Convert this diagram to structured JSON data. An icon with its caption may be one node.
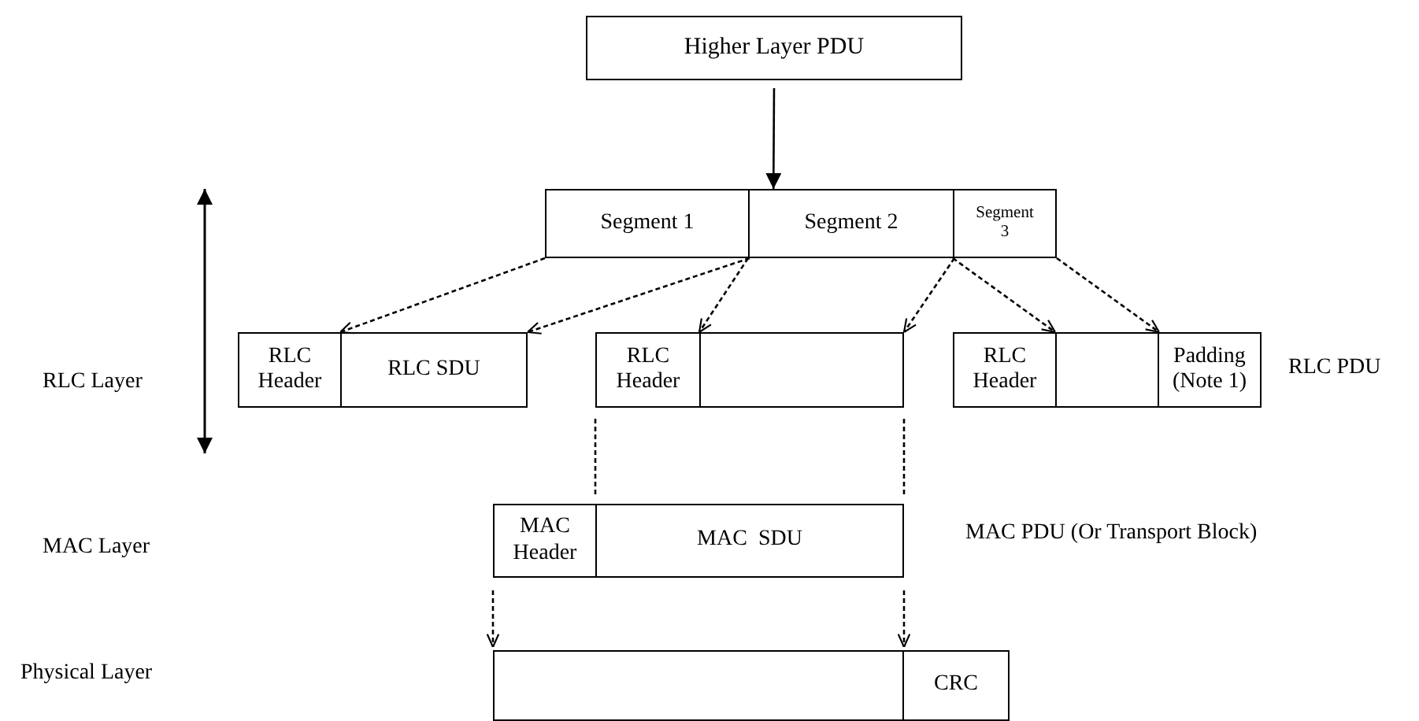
{
  "diagram": {
    "nodes": [
      {
        "text": [
          "Higher Layer PDU"
        ]
      },
      {
        "text": [
          "Segment 1"
        ]
      },
      {
        "text": [
          "Segment 2"
        ]
      },
      {
        "text": [
          "Segment 3"
        ]
      },
      {
        "text": [
          "RLC Header"
        ]
      },
      {
        "text": [
          "RLC SDU"
        ]
      },
      {
        "text": [
          "RLC Header"
        ]
      },
      {
        "text": [],
        "shape": "box"
      },
      {
        "text": [
          "RLC Header"
        ]
      },
      {
        "text": [],
        "shape": "box"
      },
      {
        "text": [
          "Padding (Note 1)"
        ]
      },
      {
        "text": [
          "MAC Header"
        ]
      },
      {
        "text": [
          "MAC  SDU"
        ]
      },
      {
        "text": [],
        "shape": "box"
      },
      {
        "text": [
          "CRC"
        ]
      }
    ],
    "edges": [
      {
        "from": 0,
        "to": 2,
        "arrow": "to"
      },
      {
        "from": 1,
        "to": 5,
        "arrow": "to",
        "style": "dashed"
      },
      {
        "from": 1,
        "to": 5,
        "arrow": "to",
        "style": "dashed"
      },
      {
        "from": 2,
        "to": 7,
        "arrow": "to",
        "style": "dashed"
      },
      {
        "from": 2,
        "to": 7,
        "arrow": "to",
        "style": "dashed"
      },
      {
        "from": 3,
        "to": 9,
        "arrow": "to",
        "style": "dashed"
      },
      {
        "from": 3,
        "to": 9,
        "arrow": "to",
        "style": "dashed"
      },
      {
        "from": 6,
        "to": 12,
        "arrow": "none",
        "style": "dashed"
      },
      {
        "from": 7,
        "to": 12,
        "arrow": "none",
        "style": "dashed"
      },
      {
        "from": 11,
        "to": 13,
        "arrow": "to",
        "style": "dashed"
      },
      {
        "from": 12,
        "to": 13,
        "arrow": "to",
        "style": "dashed"
      }
    ],
    "labels": [
      "RLC Layer",
      "RLC PDU",
      "MAC Layer",
      "MAC PDU (Or Transport Block)",
      "Physical Layer"
    ]
  }
}
